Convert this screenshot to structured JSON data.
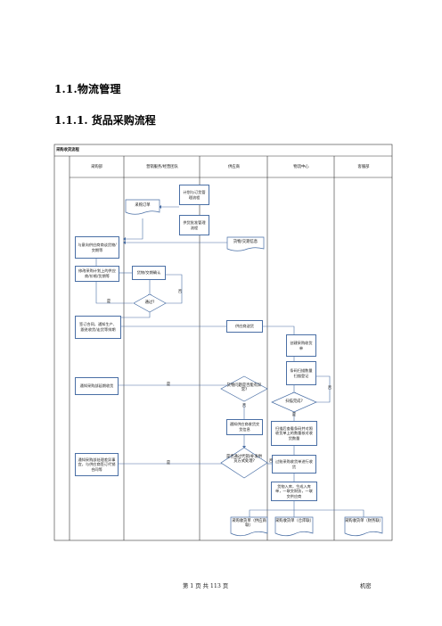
{
  "headings": {
    "h1": "1.1.物流管理",
    "h2": "1.1.1. 货品采购流程"
  },
  "flow": {
    "title": "采购收货流程",
    "lanes": [
      "采购部",
      "营销服务/经营团队",
      "供应商",
      "物流中心",
      "客服部"
    ],
    "nodes": {
      "purchase_order": "采购订单",
      "plan": "计划与订货管理流程",
      "supplier_mgmt": "供货批准管理流程",
      "confirm_supplier": "与意向供应商商谈货物/交期等",
      "goods_info": "货物/交期信息",
      "modify_plan": "修改采购计划上的供应商/价格/货期等",
      "goods_confirm": "货物/交期确认",
      "approved": "通过?",
      "sign_contract": "签订合同，通知生产、跟进收货/走货等排期",
      "supplier_ship": "供应商送货",
      "create_receipt": "创建采购收货单",
      "scan_check": "条码扫描数量扫描登记",
      "notify_supplier_delay": "通知采购部延期收货",
      "issue_problem": "货物问题是否能有异常?",
      "check_complete": "扫描完成?",
      "notify_warehouse": "通知供应商收货交货信息",
      "scan_diff": "扫描后查看条码并对照收货单上的数量核对收货数量",
      "notify_purchase_handle": "通知采购部处理差异事宜，与供应商签订代销合同等",
      "supplier_agree": "是否通过代销/补发供货方式处理?",
      "post_receipt": "过账采购收货单进行收货",
      "stock_in": "货物入库，生成入库单，一联交财务，一联交供应商",
      "doc1": "采购收货单（供应商联）",
      "doc2": "采购收货单（仓库联）",
      "doc3": "采购收货单（财务联）"
    },
    "edge_labels": {
      "yes": "是",
      "no": "否"
    }
  },
  "footer": {
    "page": "第 1 页 共 113 页",
    "secret": "机密"
  }
}
